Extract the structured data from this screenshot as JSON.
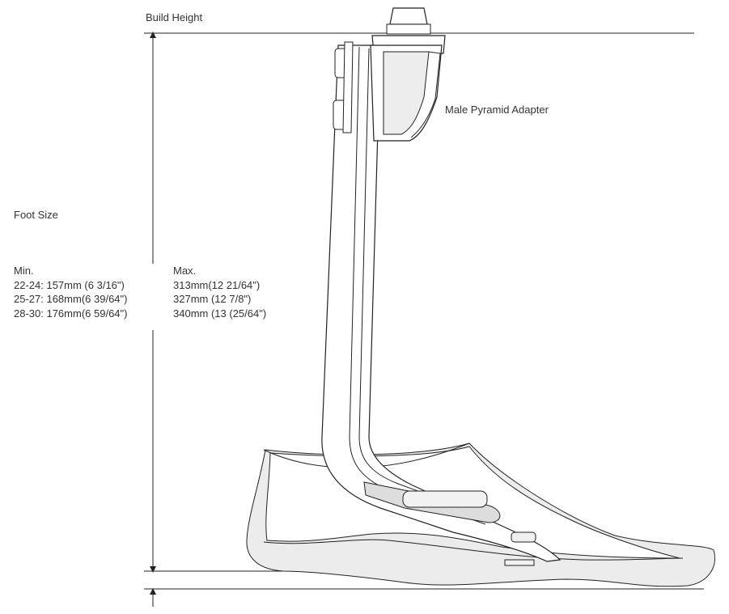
{
  "labels": {
    "build_height": "Build Height",
    "male_pyramid_adapter": "Male Pyramid Adapter",
    "foot_size": "Foot Size"
  },
  "sizes": {
    "min_heading": "Min.",
    "max_heading": "Max.",
    "min": [
      "22-24: 157mm (6 3/16\")",
      "25-27: 168mm(6 39/64\")",
      "28-30: 176mm(6 59/64\")"
    ],
    "max": [
      "313mm(12 21/64\")",
      "327mm  (12 7/8\")",
      "340mm  (13 (25/64\")"
    ]
  }
}
